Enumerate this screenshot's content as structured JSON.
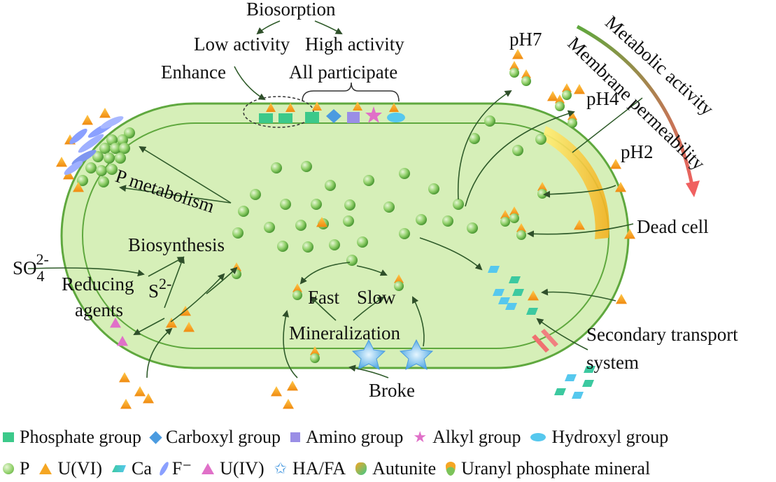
{
  "labels": {
    "biosorption": "Biosorption",
    "low_activity": "Low activity",
    "high_activity": "High activity",
    "enhance": "Enhance",
    "all_participate": "All participate",
    "p_metabolism": "P metabolism",
    "biosynthesis": "Biosynthesis",
    "so4": "SO",
    "so4_sub": "4",
    "so4_sup": "2-",
    "s2": "S",
    "s2_sup": "2-",
    "reducing": "Reducing",
    "agents": "agents",
    "fast": "Fast",
    "slow": "Slow",
    "mineralization": "Mineralization",
    "broke": "Broke",
    "ph7": "pH7",
    "ph4": "pH4",
    "ph2": "pH2",
    "dead_cell": "Dead cell",
    "metabolic_activity": "Metabolic activity",
    "membrane_permeability": "Membrane permeability",
    "secondary_transport": "Secondary transport",
    "system": "system"
  },
  "legend_row1": [
    {
      "icon": "phosphate-group-square",
      "color": "#3cc98a",
      "label": "Phosphate group"
    },
    {
      "icon": "carboxyl-group-diamond",
      "color": "#4b9be0",
      "label": "Carboxyl group"
    },
    {
      "icon": "amino-group-square",
      "color": "#9a8ee6",
      "label": "Amino group"
    },
    {
      "icon": "alkyl-group-star",
      "color": "#e070c8",
      "label": "Alkyl group"
    },
    {
      "icon": "hydroxyl-group-ellipse",
      "color": "#56c8ee",
      "label": "Hydroxyl group"
    }
  ],
  "legend_row2": [
    {
      "icon": "p-sphere",
      "label": "P"
    },
    {
      "icon": "uranium-vi-triangle",
      "label": "U(VI)"
    },
    {
      "icon": "calcium-trapezoid",
      "label": "Ca"
    },
    {
      "icon": "fluoride-ellipse",
      "label": "F⁻"
    },
    {
      "icon": "uranium-iv-triangle",
      "label": "U(IV)"
    },
    {
      "icon": "ha-fa-star",
      "label": "HA/FA"
    },
    {
      "icon": "autunite-icon",
      "label": "Autunite"
    },
    {
      "icon": "uranyl-phosphate-icon",
      "label": "Uranyl phosphate mineral"
    }
  ],
  "colors": {
    "cell_fill": "#d6efb8",
    "cell_stroke": "#5fa83e",
    "u_vi": "#f5a623",
    "p_sphere": "#7cc35a",
    "arrow": "#2f5b2a"
  }
}
